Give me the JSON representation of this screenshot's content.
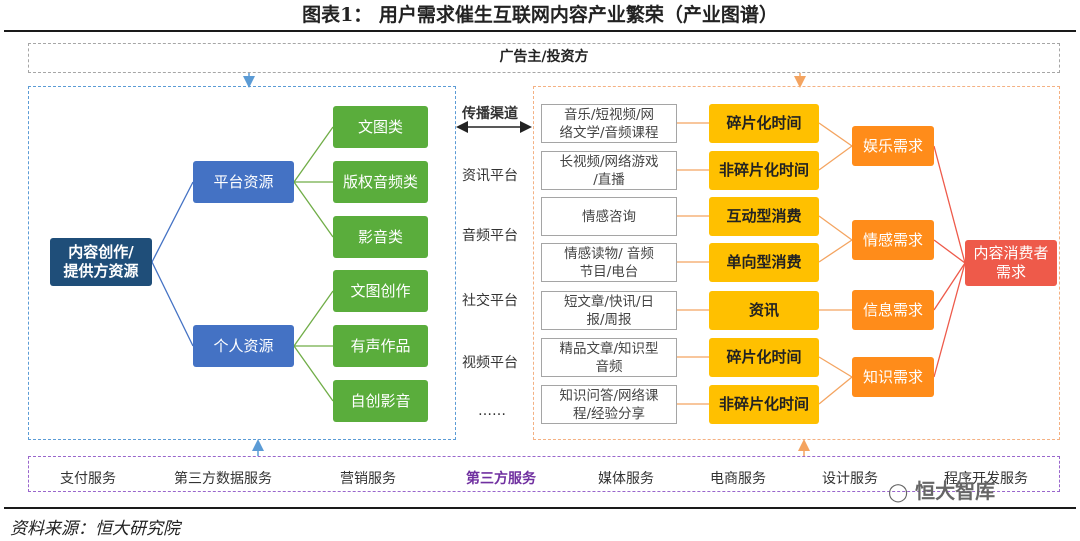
{
  "title": "图表1：  用户需求催生互联网内容产业繁荣（产业图谱）",
  "advertiser": "广告主/投资方",
  "left": {
    "root": "内容创作/\n提供方资源",
    "platform": "平台资源",
    "personal": "个人资源",
    "platform_items": [
      "文图类",
      "版权音频类",
      "影音类"
    ],
    "personal_items": [
      "文图创作",
      "有声作品",
      "自创影音"
    ]
  },
  "channels": {
    "header": "传播渠道",
    "items": [
      "资讯平台",
      "音频平台",
      "社交平台",
      "视频平台",
      "……"
    ]
  },
  "content": [
    "音乐/短视频/网\n络文学/音频课程",
    "长视频/网络游戏\n/直播",
    "情感咨询",
    "情感读物/ 音频\n节目/电台",
    "短文章/快讯/日\n报/周报",
    "精品文章/知识型\n音频",
    "知识问答/网络课\n程/经验分享"
  ],
  "consumption": [
    "碎片化时间",
    "非碎片化时间",
    "互动型消费",
    "单向型消费",
    "资讯",
    "碎片化时间",
    "非碎片化时间"
  ],
  "needs": [
    "娱乐需求",
    "情感需求",
    "信息需求",
    "知识需求"
  ],
  "consumer": "内容消费者\n需求",
  "services": [
    "支付服务",
    "第三方数据服务",
    "营销服务",
    "第三方服务",
    "媒体服务",
    "电商服务",
    "设计服务",
    "程序开发服务"
  ],
  "source": "资料来源：恒大研究院",
  "watermark": "恒大智库",
  "colors": {
    "navy": "#1f4e79",
    "blue": "#4472c4",
    "green": "#5aad3c",
    "yellow": "#ffc000",
    "orange": "#ff8c1a",
    "red": "#ee5a4a",
    "purple": "#7030a0"
  }
}
